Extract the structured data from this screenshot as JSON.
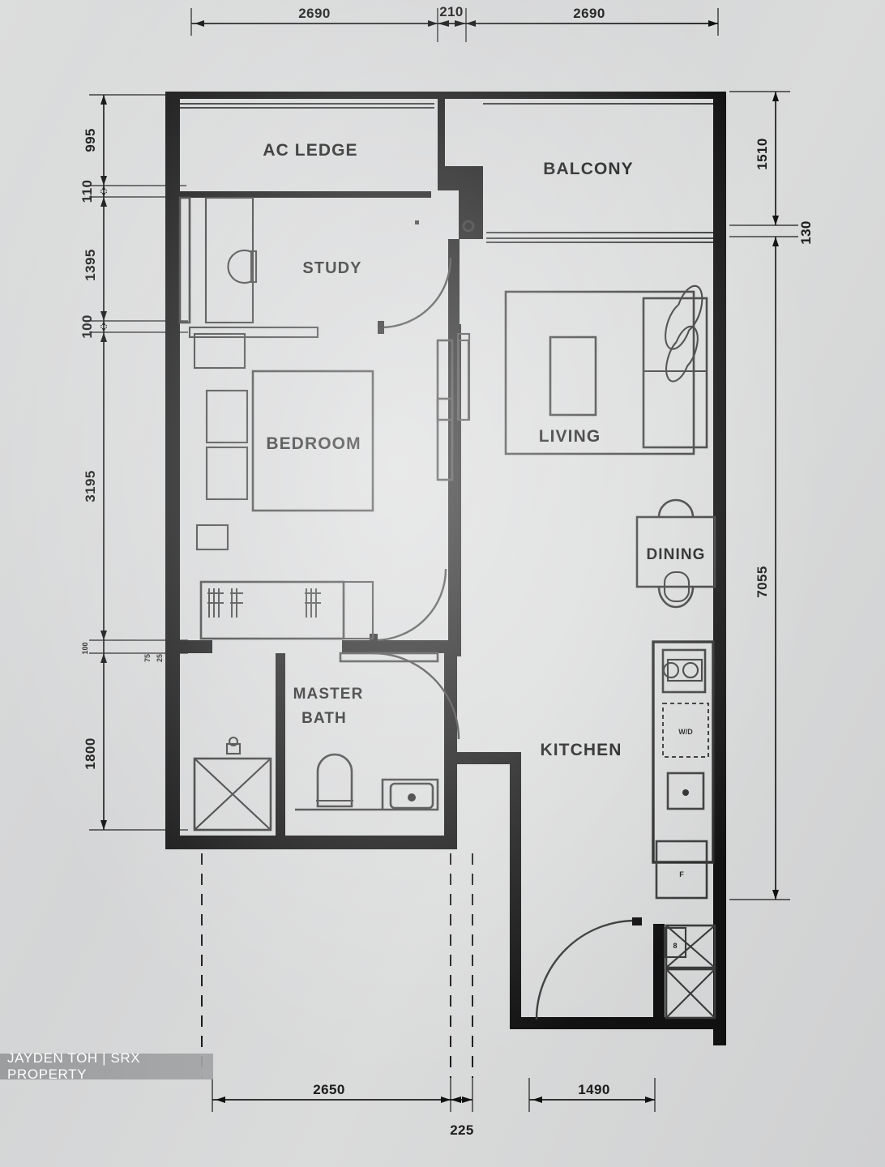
{
  "document": {
    "type": "floor-plan",
    "watermark": "JAYDEN TOH | SRX PROPERTY"
  },
  "rooms": [
    {
      "id": "ac-ledge",
      "label": "AC LEDGE"
    },
    {
      "id": "balcony",
      "label": "BALCONY"
    },
    {
      "id": "study",
      "label": "STUDY"
    },
    {
      "id": "bedroom",
      "label": "BEDROOM"
    },
    {
      "id": "living",
      "label": "LIVING"
    },
    {
      "id": "dining",
      "label": "DINING"
    },
    {
      "id": "kitchen",
      "label": "KITCHEN"
    },
    {
      "id": "master-bath",
      "label": "MASTER BATH",
      "line1": "MASTER",
      "line2": "BATH"
    }
  ],
  "appliances": [
    {
      "id": "washer-dryer",
      "label": "W/D"
    }
  ],
  "dimensions": {
    "top": [
      {
        "id": "top-left",
        "value": "2690"
      },
      {
        "id": "top-middle",
        "value": "210"
      },
      {
        "id": "top-right",
        "value": "2690"
      }
    ],
    "left": [
      {
        "id": "left-1",
        "value": "995"
      },
      {
        "id": "left-2",
        "value": "110"
      },
      {
        "id": "left-3",
        "value": "1395"
      },
      {
        "id": "left-4",
        "value": "100"
      },
      {
        "id": "left-5",
        "value": "3195"
      },
      {
        "id": "left-6",
        "value": "1800"
      }
    ],
    "right": [
      {
        "id": "right-1",
        "value": "1510"
      },
      {
        "id": "right-2",
        "value": "130"
      },
      {
        "id": "right-3",
        "value": "7055"
      }
    ],
    "bottom": [
      {
        "id": "bottom-left",
        "value": "2650"
      },
      {
        "id": "bottom-middle",
        "value": "225"
      },
      {
        "id": "bottom-right",
        "value": "1490"
      }
    ]
  }
}
